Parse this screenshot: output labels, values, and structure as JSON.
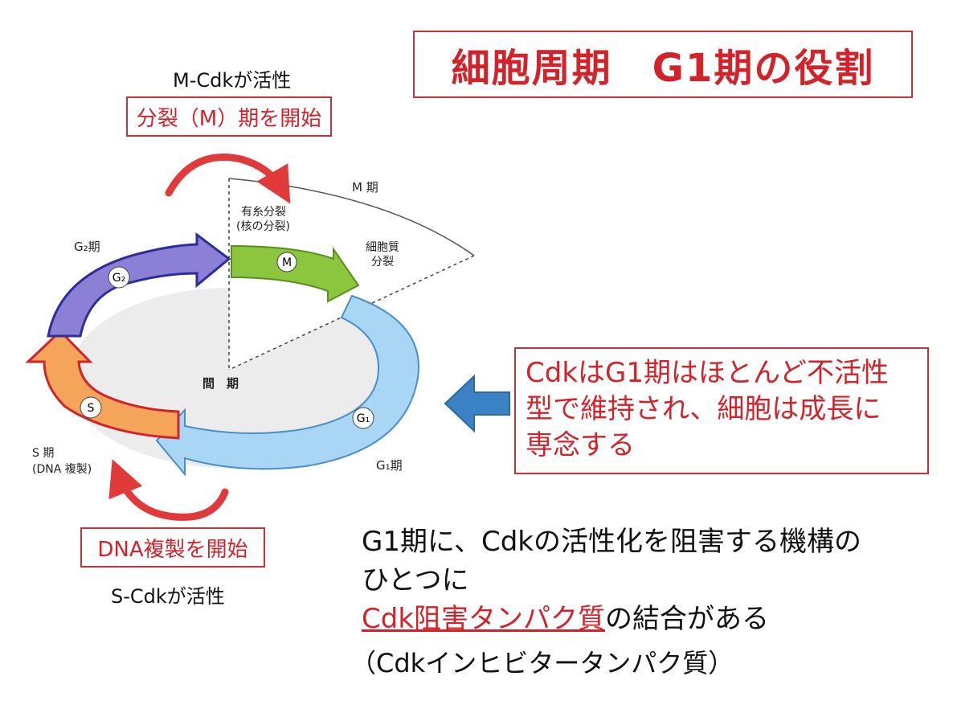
{
  "title": "細胞周期　G1期の役割",
  "top_annotation": {
    "state": "M-Cdkが活性",
    "action": "分裂（M）期を開始"
  },
  "bottom_annotation": {
    "action": "DNA複製を開始",
    "state": "S-Cdkが活性"
  },
  "diagram": {
    "m_phase_label": "M 期",
    "mitosis_label_line1": "有糸分裂",
    "mitosis_label_line2": "(核の分裂)",
    "cytokinesis_label_line1": "細胞質",
    "cytokinesis_label_line2": "分裂",
    "g2_phase_label": "G₂期",
    "interphase_label": "間　期",
    "s_phase_label": "S 期",
    "s_phase_sub_label": "(DNA 複製)",
    "g1_phase_label": "G₁期",
    "segment_labels": {
      "m": "M",
      "g2": "G₂",
      "s": "S",
      "g1": "G₁"
    },
    "colors": {
      "m": "#8cc63f",
      "g2": "#8c7fd6",
      "s": "#f5a55a",
      "g1": "#a9d6f5",
      "red_arrow": "#e03a3a",
      "blue_arrow": "#3b82c4"
    }
  },
  "callout_lines": [
    "CdkはG1期はほとんど不活性",
    "型で維持され、細胞は成長に",
    "専念する"
  ],
  "body_text": {
    "line1": "G1期に、Cdkの活性化を阻害する機構の",
    "line2": "ひとつに",
    "line3_link": "Cdk阻害タンパク質",
    "line3_rest": "の結合がある"
  },
  "sub_text": "（Cdkインヒビタータンパク質）"
}
